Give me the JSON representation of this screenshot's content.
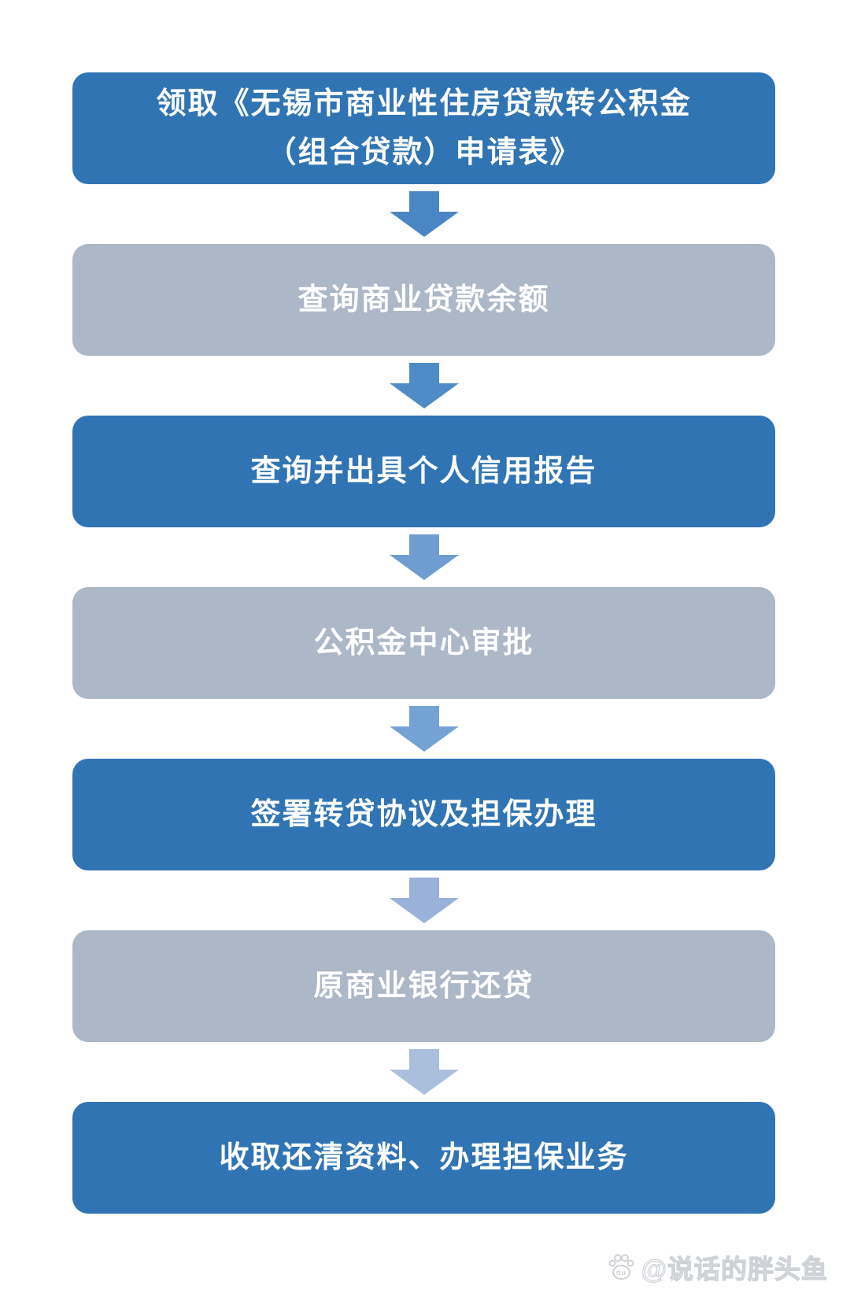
{
  "page": {
    "background": "#ffffff"
  },
  "flowchart": {
    "steps": [
      {
        "label": "领取《无锡市商业性住房贷款转公积金（组合贷款）申请表》",
        "lines": [
          "领取《无锡市商业性住房贷款转公积金",
          "（组合贷款）申请表》"
        ],
        "variant": "blue"
      },
      {
        "label": "查询商业贷款余额",
        "variant": "gray"
      },
      {
        "label": "查询并出具个人信用报告",
        "variant": "blue"
      },
      {
        "label": "公积金中心审批",
        "variant": "gray"
      },
      {
        "label": "签署转贷协议及担保办理",
        "variant": "blue"
      },
      {
        "label": "原商业银行还贷",
        "variant": "gray"
      },
      {
        "label": "收取还清资料、办理担保业务",
        "variant": "blue"
      }
    ],
    "colors": {
      "blue_box": "#3174B3",
      "gray_box": "#ACB7C7",
      "text": "#FFFFFF",
      "arrow_colors": [
        "#4A86C4",
        "#4F8CC7",
        "#6F9DD1",
        "#74A2D4",
        "#9AB1D9",
        "#AABFDB"
      ]
    }
  },
  "watermark": {
    "icon": "baidu-paw-icon",
    "text": "@说话的胖头鱼"
  }
}
